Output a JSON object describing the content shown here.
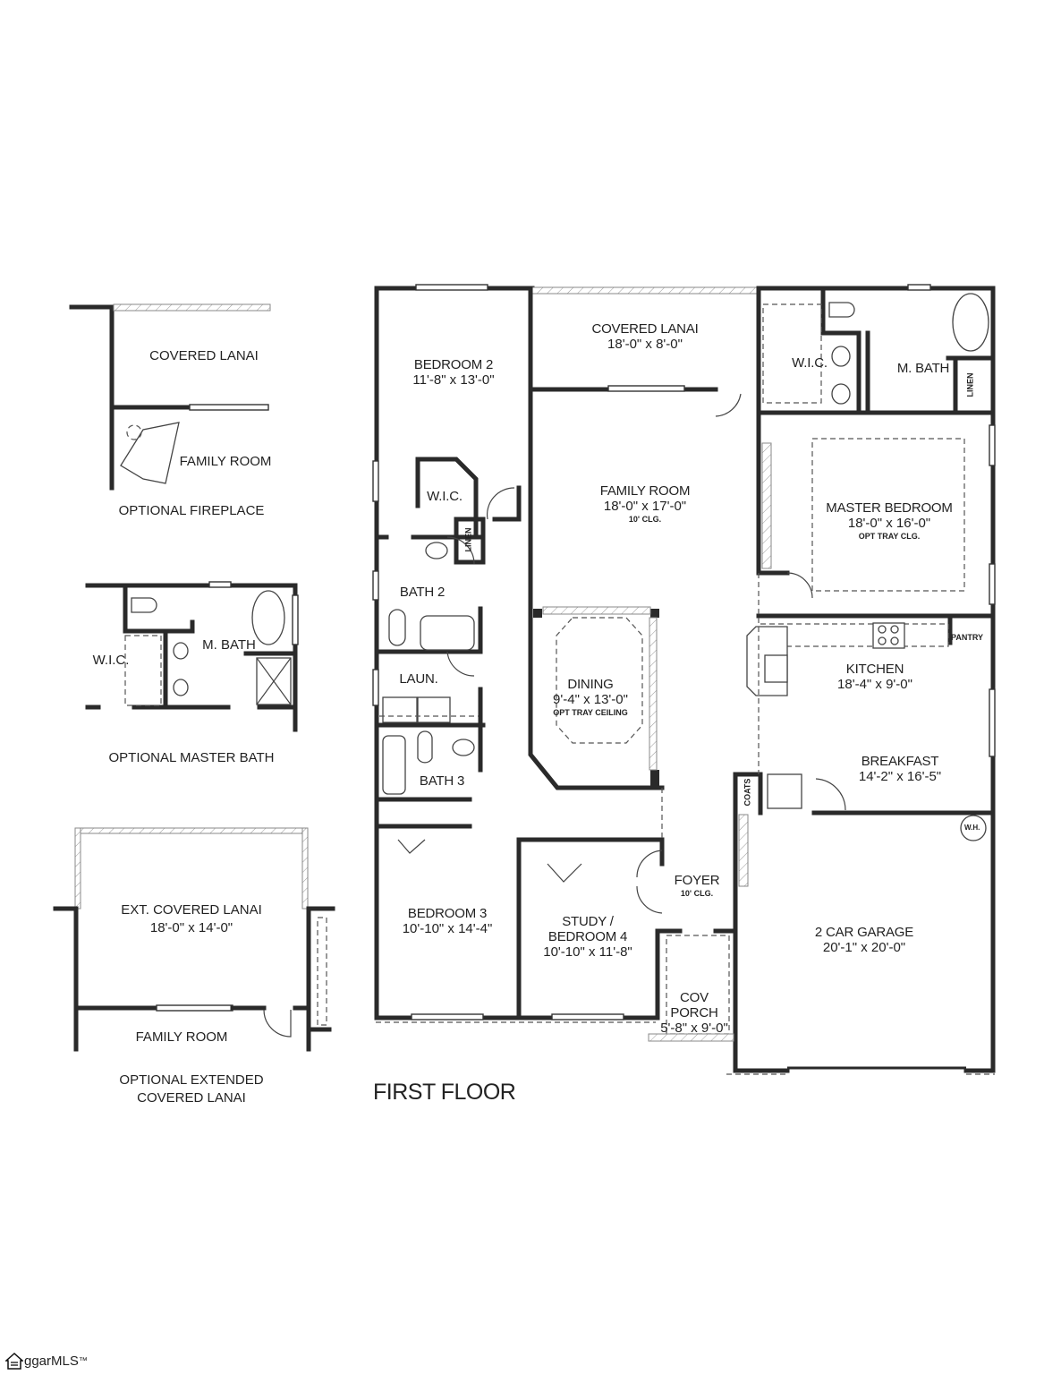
{
  "plan": {
    "title": "FIRST FLOOR",
    "rooms": [
      {
        "id": "bedroom-2",
        "name": "BEDROOM 2",
        "dims": "11'-8\" x 13'-0\"",
        "note": ""
      },
      {
        "id": "covered-lanai",
        "name": "COVERED LANAI",
        "dims": "18'-0\" x 8'-0\"",
        "note": ""
      },
      {
        "id": "wic-master",
        "name": "W.I.C.",
        "dims": "",
        "note": ""
      },
      {
        "id": "master-bath",
        "name": "M. BATH",
        "dims": "",
        "note": ""
      },
      {
        "id": "family-room",
        "name": "FAMILY ROOM",
        "dims": "18'-0\" x 17'-0\"",
        "note": "10' CLG."
      },
      {
        "id": "master-bedroom",
        "name": "MASTER BEDROOM",
        "dims": "18'-0\" x 16'-0\"",
        "note": "OPT TRAY CLG."
      },
      {
        "id": "wic-bed2",
        "name": "W.I.C.",
        "dims": "",
        "note": ""
      },
      {
        "id": "bath-2",
        "name": "BATH 2",
        "dims": "",
        "note": ""
      },
      {
        "id": "dining",
        "name": "DINING",
        "dims": "9'-4\" x 13'-0\"",
        "note": "OPT TRAY CEILING"
      },
      {
        "id": "kitchen",
        "name": "KITCHEN",
        "dims": "18'-4\" x 9'-0\"",
        "note": ""
      },
      {
        "id": "laundry",
        "name": "LAUN.",
        "dims": "",
        "note": ""
      },
      {
        "id": "breakfast",
        "name": "BREAKFAST",
        "dims": "14'-2\" x 16'-5\"",
        "note": ""
      },
      {
        "id": "bath-3",
        "name": "BATH 3",
        "dims": "",
        "note": ""
      },
      {
        "id": "foyer",
        "name": "FOYER",
        "dims": "",
        "note": "10' CLG."
      },
      {
        "id": "bedroom-3",
        "name": "BEDROOM 3",
        "dims": "10'-10\" x 14'-4\"",
        "note": ""
      },
      {
        "id": "study",
        "name": "STUDY /",
        "dims": "BEDROOM 4",
        "note": "10'-10\" x 11'-8\""
      },
      {
        "id": "garage",
        "name": "2 CAR GARAGE",
        "dims": "20'-1\" x 20'-0\"",
        "note": ""
      },
      {
        "id": "cov-porch",
        "name": "COV",
        "dims": "PORCH",
        "note": "5'-8\" x 9'-0\""
      }
    ],
    "small_labels": {
      "linen_master": "LINEN",
      "linen_bath2": "LINEN",
      "pantry": "PANTRY",
      "coats": "COATS",
      "water_heater": "W.H."
    }
  },
  "options": {
    "fireplace": {
      "room_top": "COVERED LANAI",
      "room_bottom": "FAMILY ROOM",
      "caption": "OPTIONAL FIREPLACE"
    },
    "master_bath": {
      "wic": "W.I.C.",
      "bath": "M. BATH",
      "caption": "OPTIONAL MASTER BATH"
    },
    "extended_lanai": {
      "room_name": "EXT. COVERED LANAI",
      "room_dims": "18'-0\" x 14'-0\"",
      "room_bottom": "FAMILY ROOM",
      "caption_line1": "OPTIONAL EXTENDED",
      "caption_line2": "COVERED LANAI"
    }
  },
  "watermark": {
    "text": "ggarMLS",
    "tm": "™"
  }
}
